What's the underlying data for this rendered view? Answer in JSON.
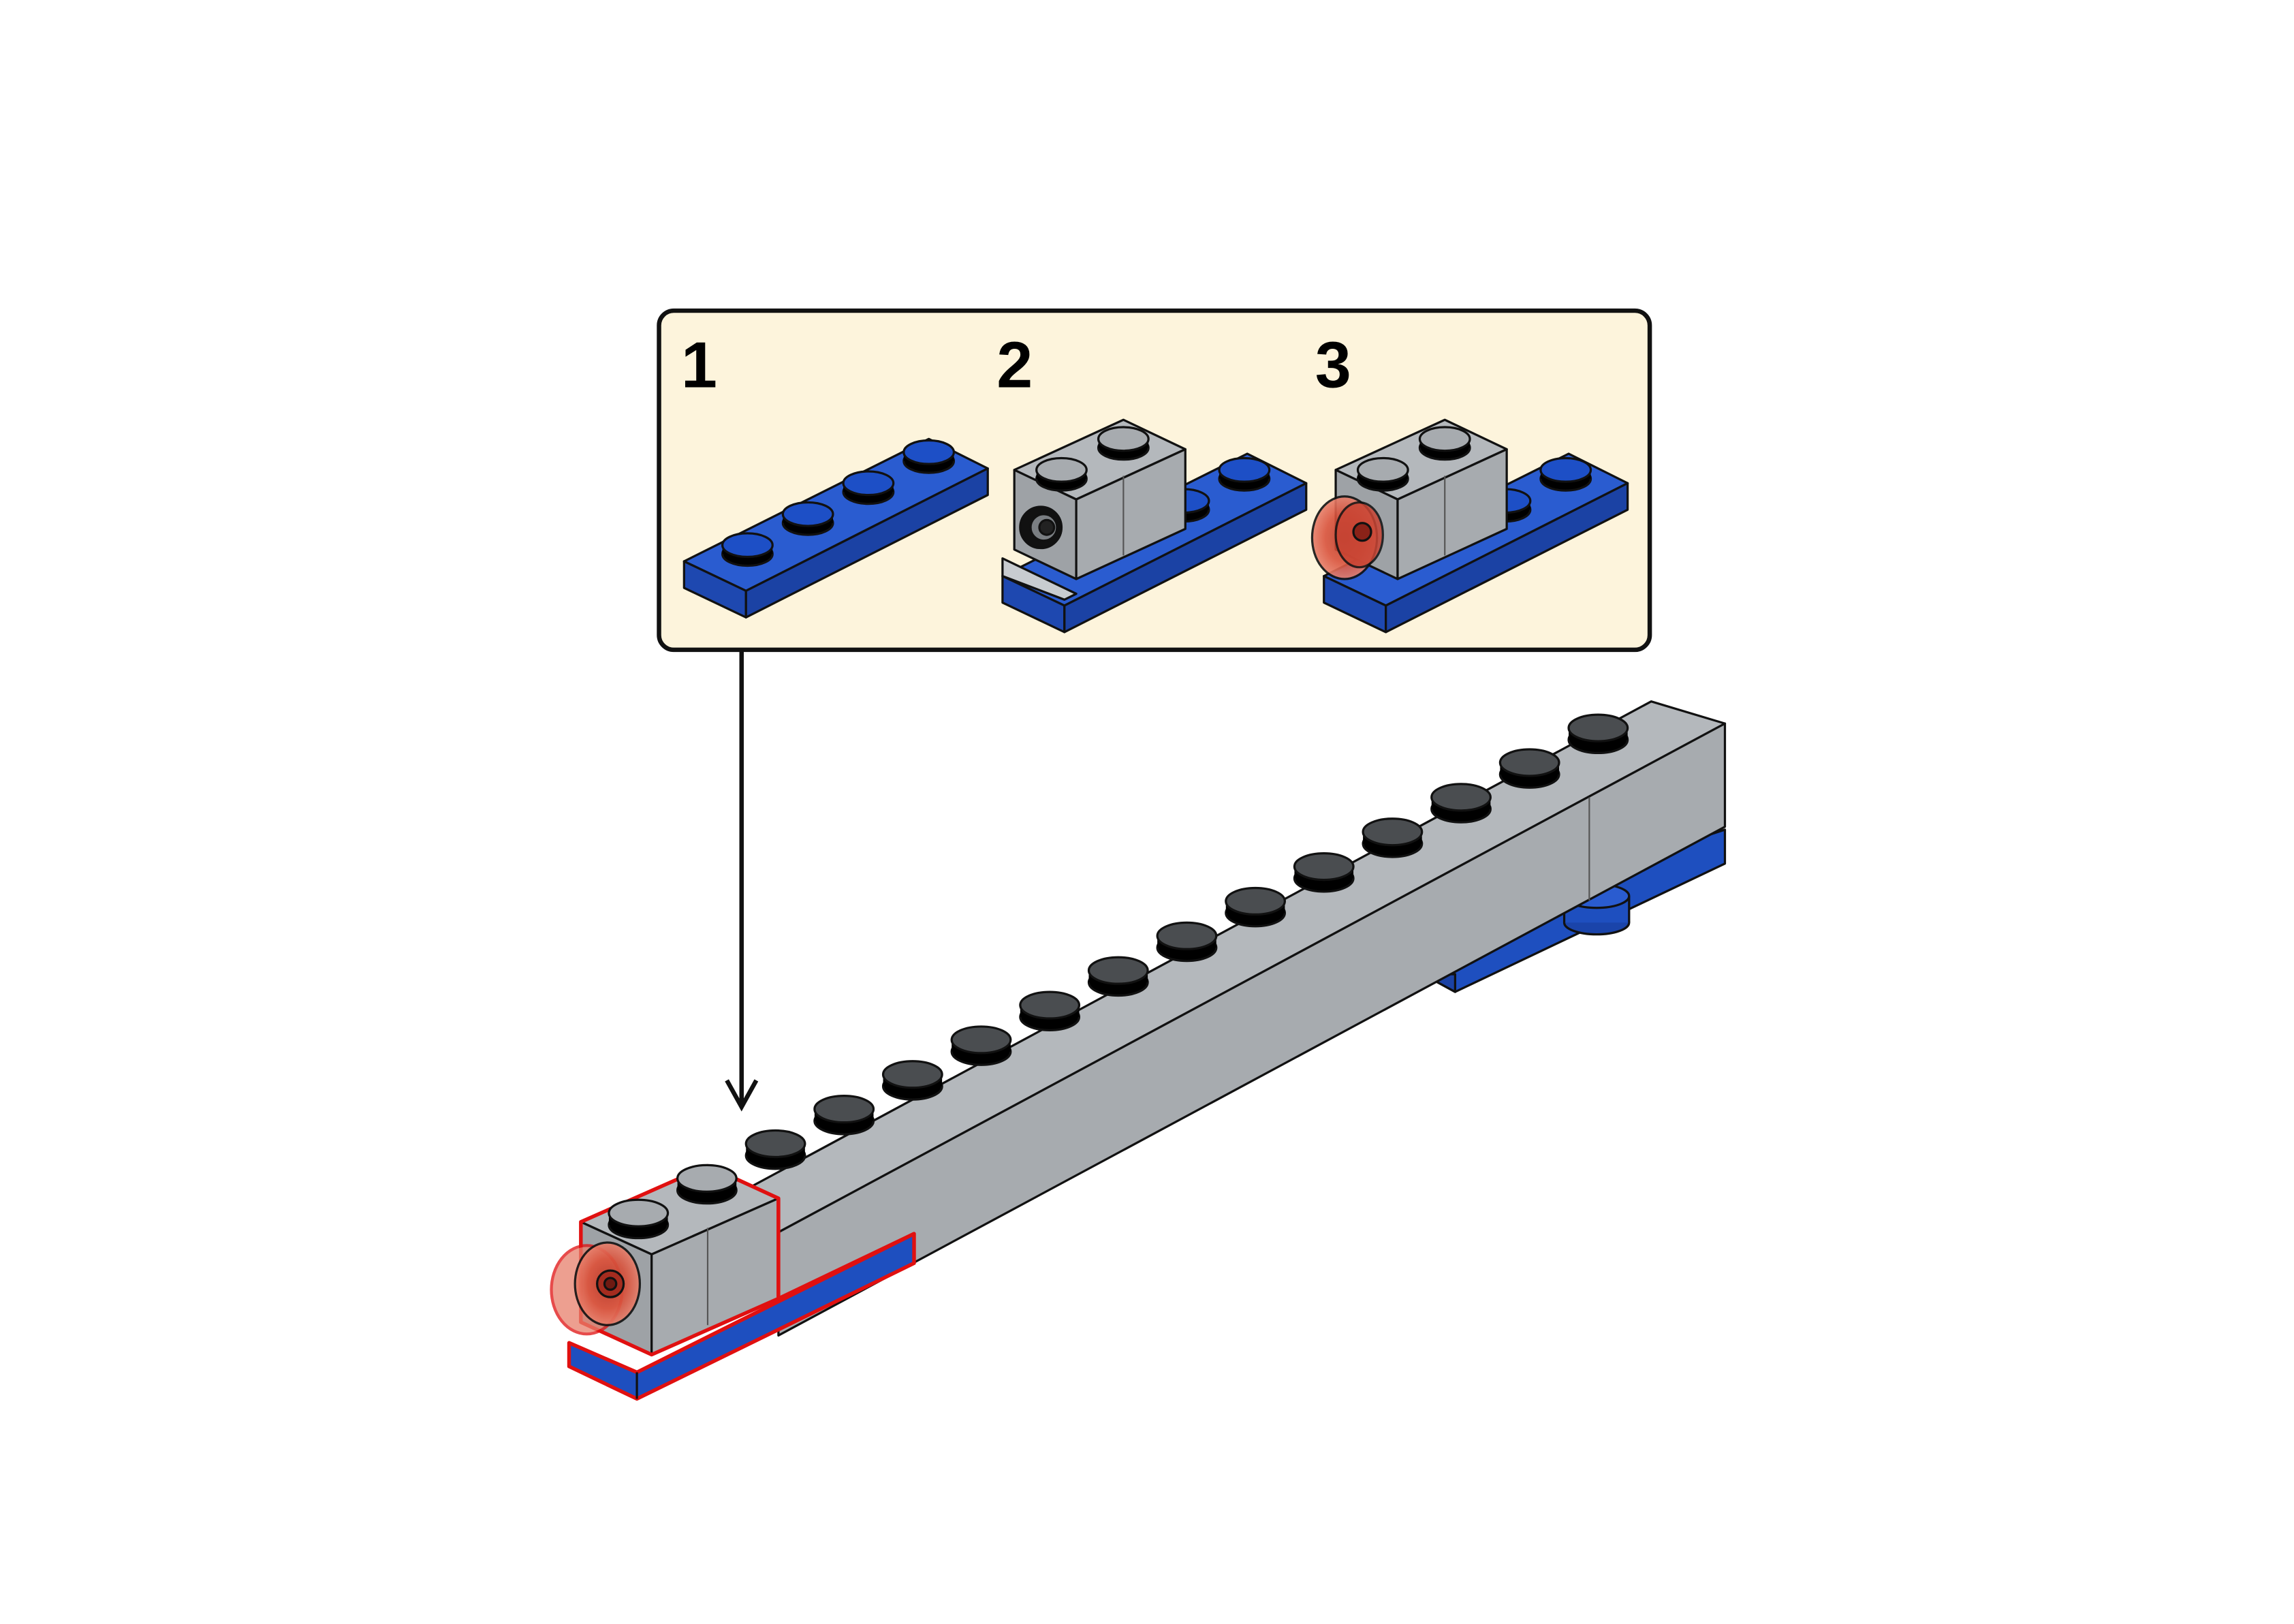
{
  "callout": {
    "background": "#fdf4dc",
    "steps": [
      {
        "number": "1",
        "parts": [
          "blue-plate-1x4"
        ]
      },
      {
        "number": "2",
        "parts": [
          "blue-plate-1x4",
          "gray-brick-1x2-with-hole"
        ]
      },
      {
        "number": "3",
        "parts": [
          "blue-plate-1x4",
          "gray-brick-1x2-with-hole",
          "trans-red-round-plate"
        ]
      }
    ]
  },
  "main_model": {
    "highlight_color": "#e01010",
    "stud_count": 15,
    "parts": [
      "gray-brick-long",
      "blue-plate-base",
      "trans-red-light",
      "blue-round-plate"
    ]
  },
  "colors": {
    "gray": "#a7abaf",
    "blue": "#1e4fbf",
    "stud": "#111111",
    "red": "#d8402a"
  }
}
